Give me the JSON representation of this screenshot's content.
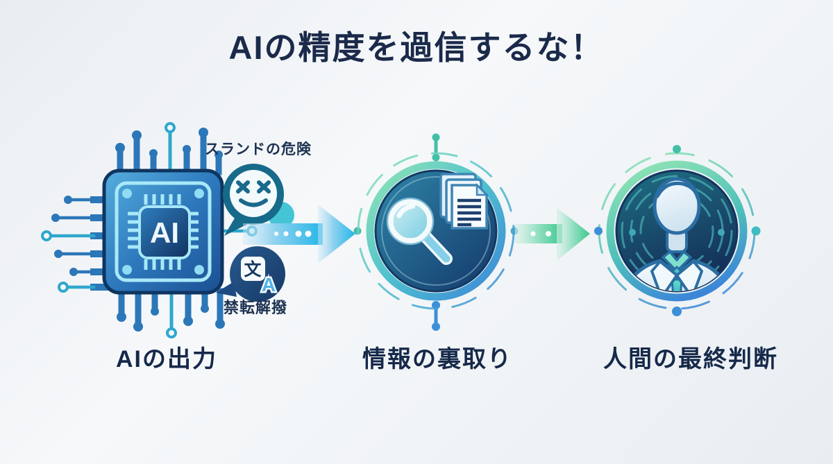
{
  "title": "AIの精度を過信するな！",
  "annotations": {
    "top": "スランドの危険",
    "bottom": "禁転解撥"
  },
  "chip": {
    "label": "AI"
  },
  "translation_bubble": {
    "cjk": "文",
    "latin": "A"
  },
  "steps": [
    {
      "id": "ai-output",
      "label": "AIの出力"
    },
    {
      "id": "fact-check",
      "label": "情報の裏取り"
    },
    {
      "id": "human-judgment",
      "label": "人間の最終判断"
    }
  ],
  "colors": {
    "title_text": "#1b2a4a",
    "caption_text": "#16294a",
    "chip_blue": "#2b77b8",
    "arrow_cyan": "#25b6e8",
    "arrow_green": "#3ec98f",
    "ring_green": "#8fe4b4",
    "ring_blue": "#3c86d8",
    "badge_dark": "#15386b",
    "tie_teal": "#4fd0c0"
  }
}
